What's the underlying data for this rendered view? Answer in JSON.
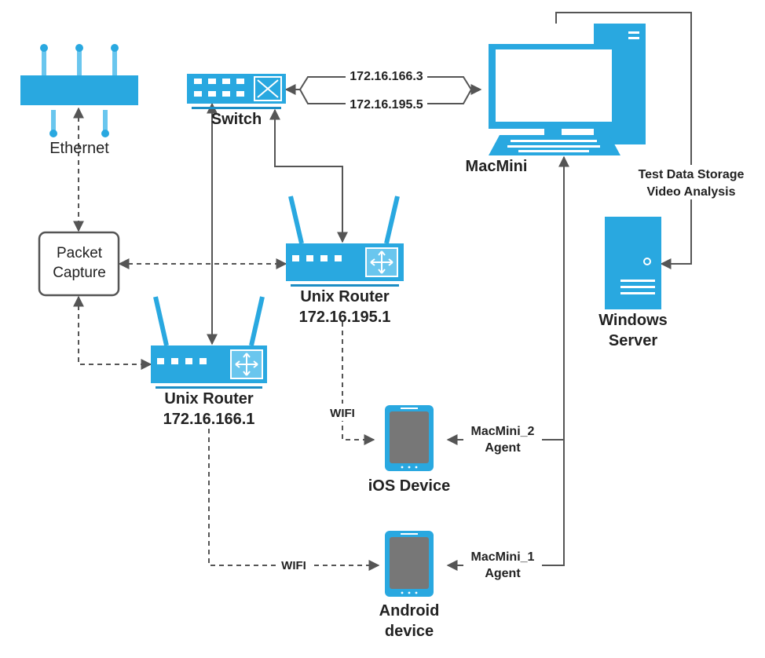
{
  "colors": {
    "device_blue": "#29a8e0",
    "device_dark": "#1d8dc4",
    "screen": "#777777",
    "line": "#555555"
  },
  "labels": {
    "ethernet": "Ethernet",
    "packet_capture_line1": "Packet",
    "packet_capture_line2": "Capture",
    "switch": "Switch",
    "ip_top": "172.16.166.3",
    "ip_bottom": "172.16.195.5",
    "macmini": "MacMini",
    "storage_line1": "Test Data Storage",
    "storage_line2": "Video Analysis",
    "windows_line1": "Windows",
    "windows_line2": "Server",
    "router1_line1": "Unix Router",
    "router1_line2": "172.16.195.1",
    "router2_line1": "Unix Router",
    "router2_line2": "172.16.166.1",
    "wifi_ios": "WIFI",
    "wifi_android": "WIFI",
    "ios": "iOS Device",
    "android_line1": "Android",
    "android_line2": "device",
    "agent2_line1": "MacMini_2",
    "agent2_line2": "Agent",
    "agent1_line1": "MacMini_1",
    "agent1_line2": "Agent"
  },
  "icons": [
    "ethernet-hub-icon",
    "switch-icon",
    "desktop-computer-icon",
    "server-tower-icon",
    "router-icon",
    "phone-icon"
  ]
}
